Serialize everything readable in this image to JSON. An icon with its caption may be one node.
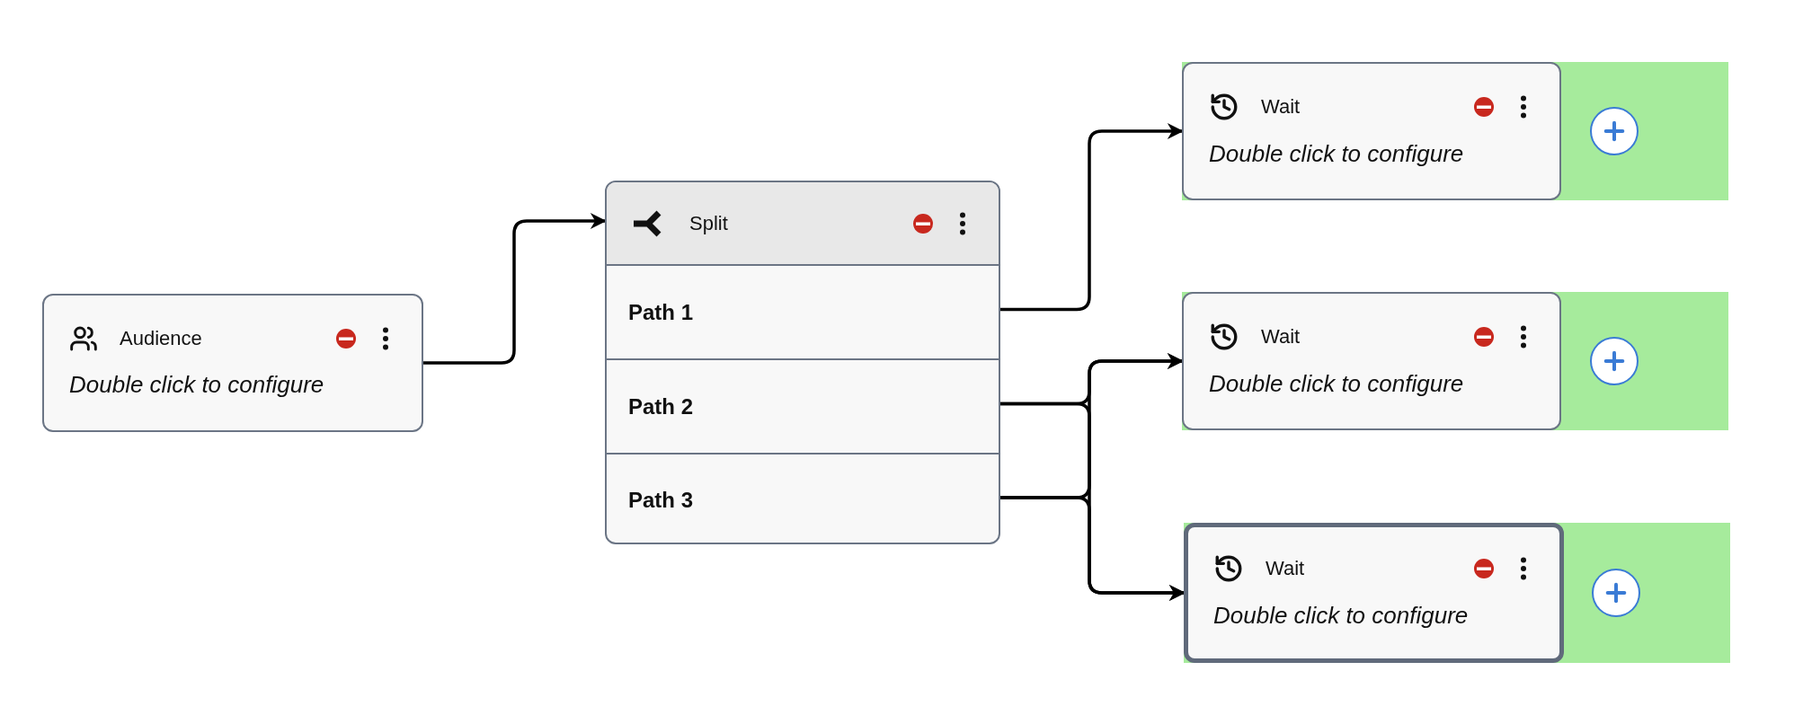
{
  "diagram": {
    "nodes": [
      {
        "text": [
          "Audience",
          "Double click to configure"
        ]
      },
      {
        "text": [
          "Split"
        ]
      },
      {
        "text": [
          "Path 1"
        ],
        "in": 1
      },
      {
        "text": [
          "Path 2"
        ],
        "in": 1
      },
      {
        "text": [
          "Path 3"
        ],
        "in": 1
      },
      {
        "text": [
          "Wait",
          "Double click to configure"
        ]
      },
      {
        "text": [
          "Wait",
          "Double click to configure"
        ]
      },
      {
        "text": [
          "Wait",
          "Double click to configure"
        ]
      }
    ],
    "edges": [
      {
        "from": 0,
        "to": 1,
        "arrow": "to"
      },
      {
        "from": 2,
        "to": 5,
        "arrow": "to"
      },
      {
        "from": 3,
        "to": 6,
        "arrow": "to"
      },
      {
        "from": 3,
        "to": 7,
        "arrow": "to"
      },
      {
        "from": 4,
        "to": 6,
        "arrow": "to"
      },
      {
        "from": 4,
        "to": 7,
        "arrow": "to"
      }
    ]
  }
}
